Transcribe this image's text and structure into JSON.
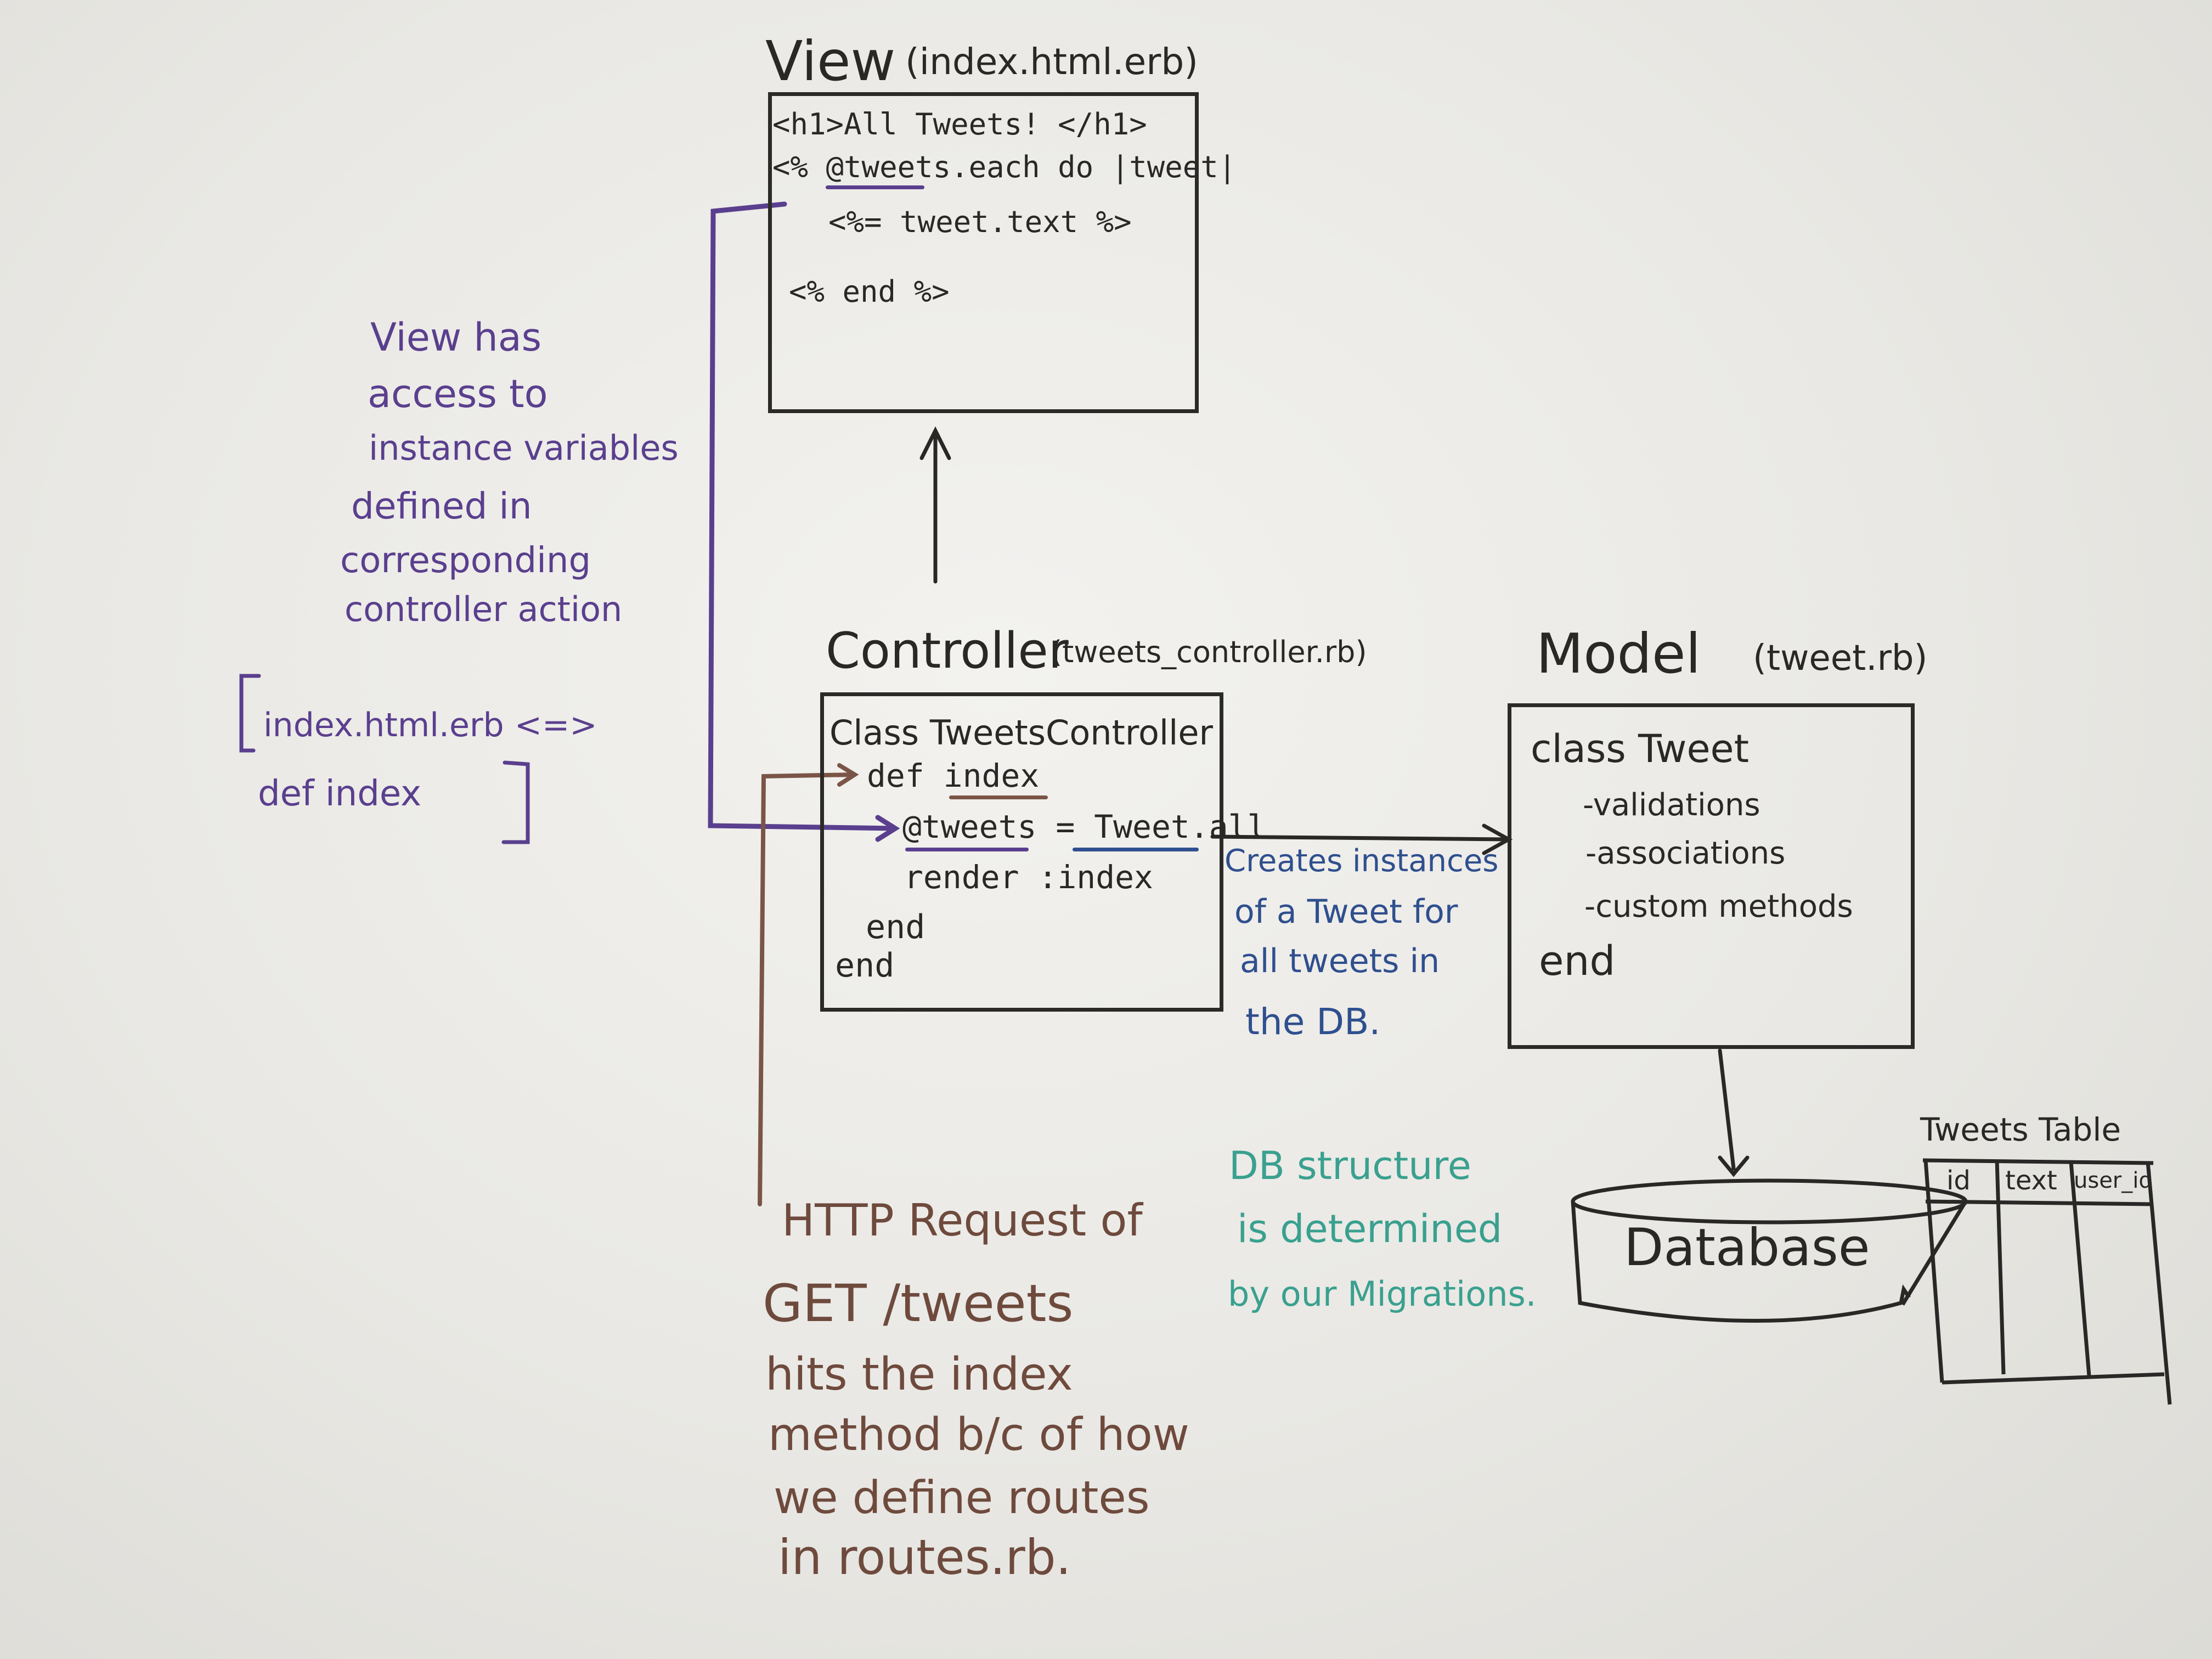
{
  "view": {
    "title": "View",
    "file": "(index.html.erb)",
    "code": [
      "<h1>All Tweets! </h1>",
      "<% @tweets.each do |tweet|",
      "<%= tweet.text %>",
      "<% end %>"
    ]
  },
  "controller": {
    "title": "Controller",
    "file": "(tweets_controller.rb)",
    "code": [
      "Class TweetsController",
      "def index",
      "@tweets = Tweet.all",
      "render :index",
      "end",
      "end"
    ]
  },
  "model": {
    "title": "Model",
    "file": "(tweet.rb)",
    "code": [
      "class Tweet",
      "-validations",
      "-associations",
      "-custom methods",
      "end"
    ]
  },
  "view_note": [
    "View has",
    "access to",
    "instance variables",
    "defined in",
    "corresponding",
    "controller action"
  ],
  "bracket_note": [
    "index.html.erb <=>",
    "def index"
  ],
  "model_note": [
    "Creates instances",
    "of a Tweet for",
    "all tweets in",
    "the DB."
  ],
  "http_note": [
    "HTTP Request of",
    "GET /tweets",
    "hits the index",
    "method b/c of how",
    "we define routes",
    "in routes.rb."
  ],
  "db_note": [
    "DB structure",
    "is determined",
    "by our Migrations."
  ],
  "database": {
    "label": "Database"
  },
  "tweets_table": {
    "title": "Tweets Table",
    "columns": [
      "id",
      "text",
      "user_id"
    ]
  },
  "colors": {
    "board": "#ecebe7",
    "black_ink": "#2a2827",
    "purple_ink": "#5a3f8e",
    "brown_ink": "#6e4a3d",
    "blue_ink": "#2f4f8e",
    "teal_ink": "#3aa08f"
  }
}
